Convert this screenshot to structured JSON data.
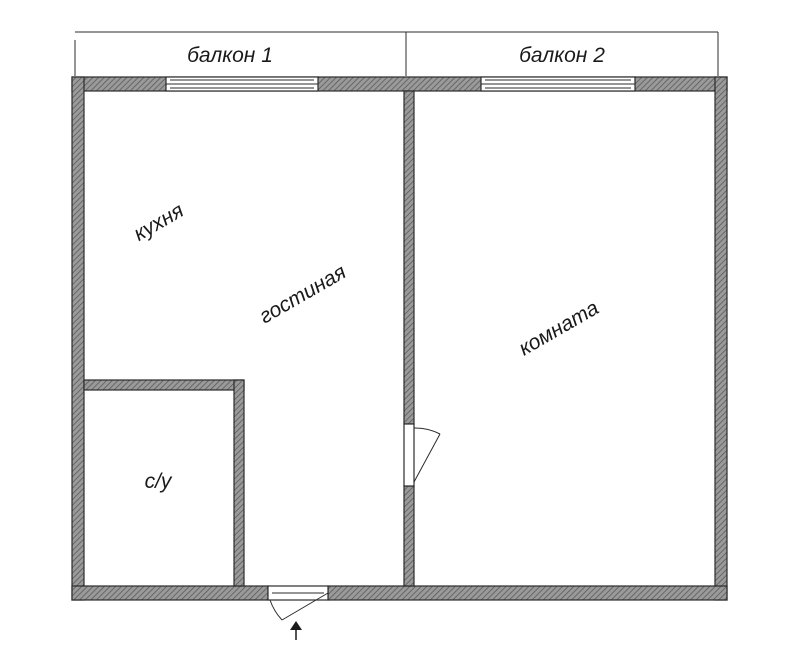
{
  "balconies": [
    {
      "label": "балкон 1"
    },
    {
      "label": "балкон 2"
    }
  ],
  "rooms": {
    "kitchen": "кухня",
    "living_room": "гостиная",
    "bedroom": "комната",
    "bathroom": "с/у"
  },
  "colors": {
    "wall_fill": "#8a8a8a",
    "wall_stroke": "#2b2b2b",
    "background": "#ffffff"
  },
  "icons": {
    "entrance": "arrow-up-icon"
  }
}
